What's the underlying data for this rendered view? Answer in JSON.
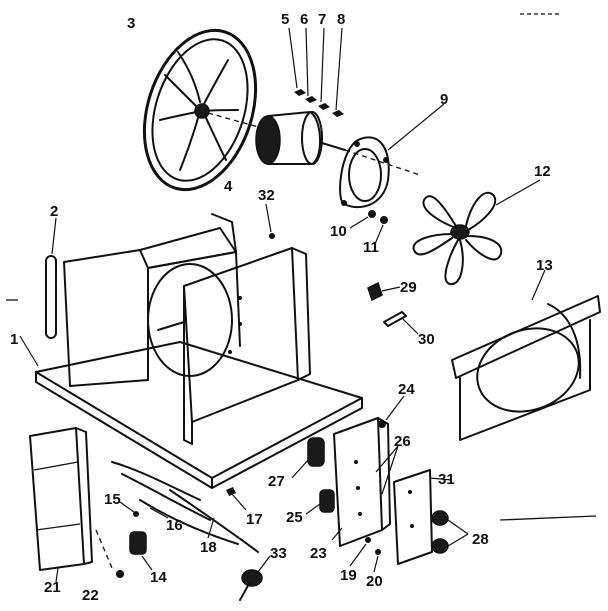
{
  "header_code": "",
  "callouts": [
    "1",
    "2",
    "3",
    "4",
    "5",
    "6",
    "7",
    "8",
    "9",
    "10",
    "11",
    "12",
    "13",
    "14",
    "15",
    "16",
    "17",
    "18",
    "19",
    "20",
    "21",
    "22",
    "23",
    "24",
    "25",
    "26",
    "27",
    "28",
    "29",
    "30",
    "31",
    "32",
    "33"
  ]
}
